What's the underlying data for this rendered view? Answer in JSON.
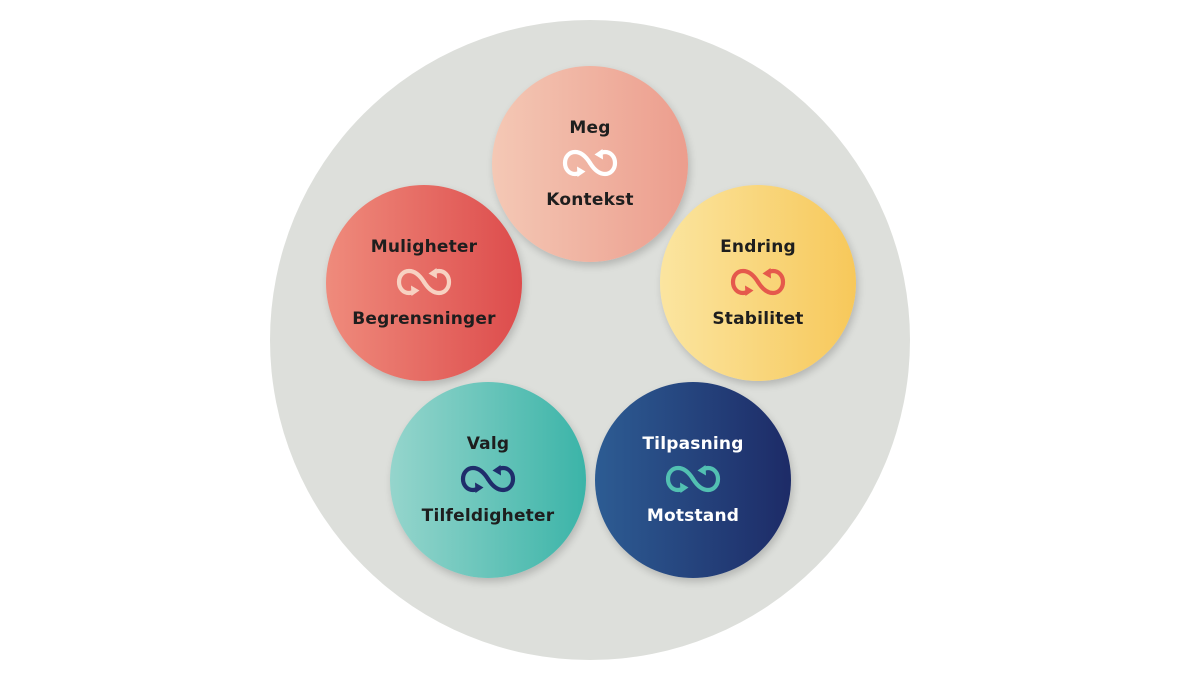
{
  "diagram": {
    "nodes": [
      {
        "id": "meg",
        "top_label": "Meg",
        "bottom_label": "Kontekst",
        "icon": "infinity-arrows-icon",
        "icon_color": "#ffffff",
        "colors": [
          "#f4c8b5",
          "#ec9d8d"
        ]
      },
      {
        "id": "muligheter",
        "top_label": "Muligheter",
        "bottom_label": "Begrensninger",
        "icon": "infinity-arrows-icon",
        "icon_color": "#f7d2c2",
        "colors": [
          "#ef8b7c",
          "#dd4c4c"
        ]
      },
      {
        "id": "endring",
        "top_label": "Endring",
        "bottom_label": "Stabilitet",
        "icon": "infinity-arrows-icon",
        "icon_color": "#e5594c",
        "colors": [
          "#fbe5a0",
          "#f7c85a"
        ]
      },
      {
        "id": "valg",
        "top_label": "Valg",
        "bottom_label": "Tilfeldigheter",
        "icon": "infinity-arrows-icon",
        "icon_color": "#1f2d6b",
        "colors": [
          "#95d5cc",
          "#3bb4a8"
        ]
      },
      {
        "id": "tilpasning",
        "top_label": "Tilpasning",
        "bottom_label": "Motstand",
        "icon": "infinity-arrows-icon",
        "icon_color": "#52c0b2",
        "colors": [
          "#2d5c93",
          "#1d2b67"
        ]
      }
    ],
    "background_color": "#dddfdb"
  }
}
